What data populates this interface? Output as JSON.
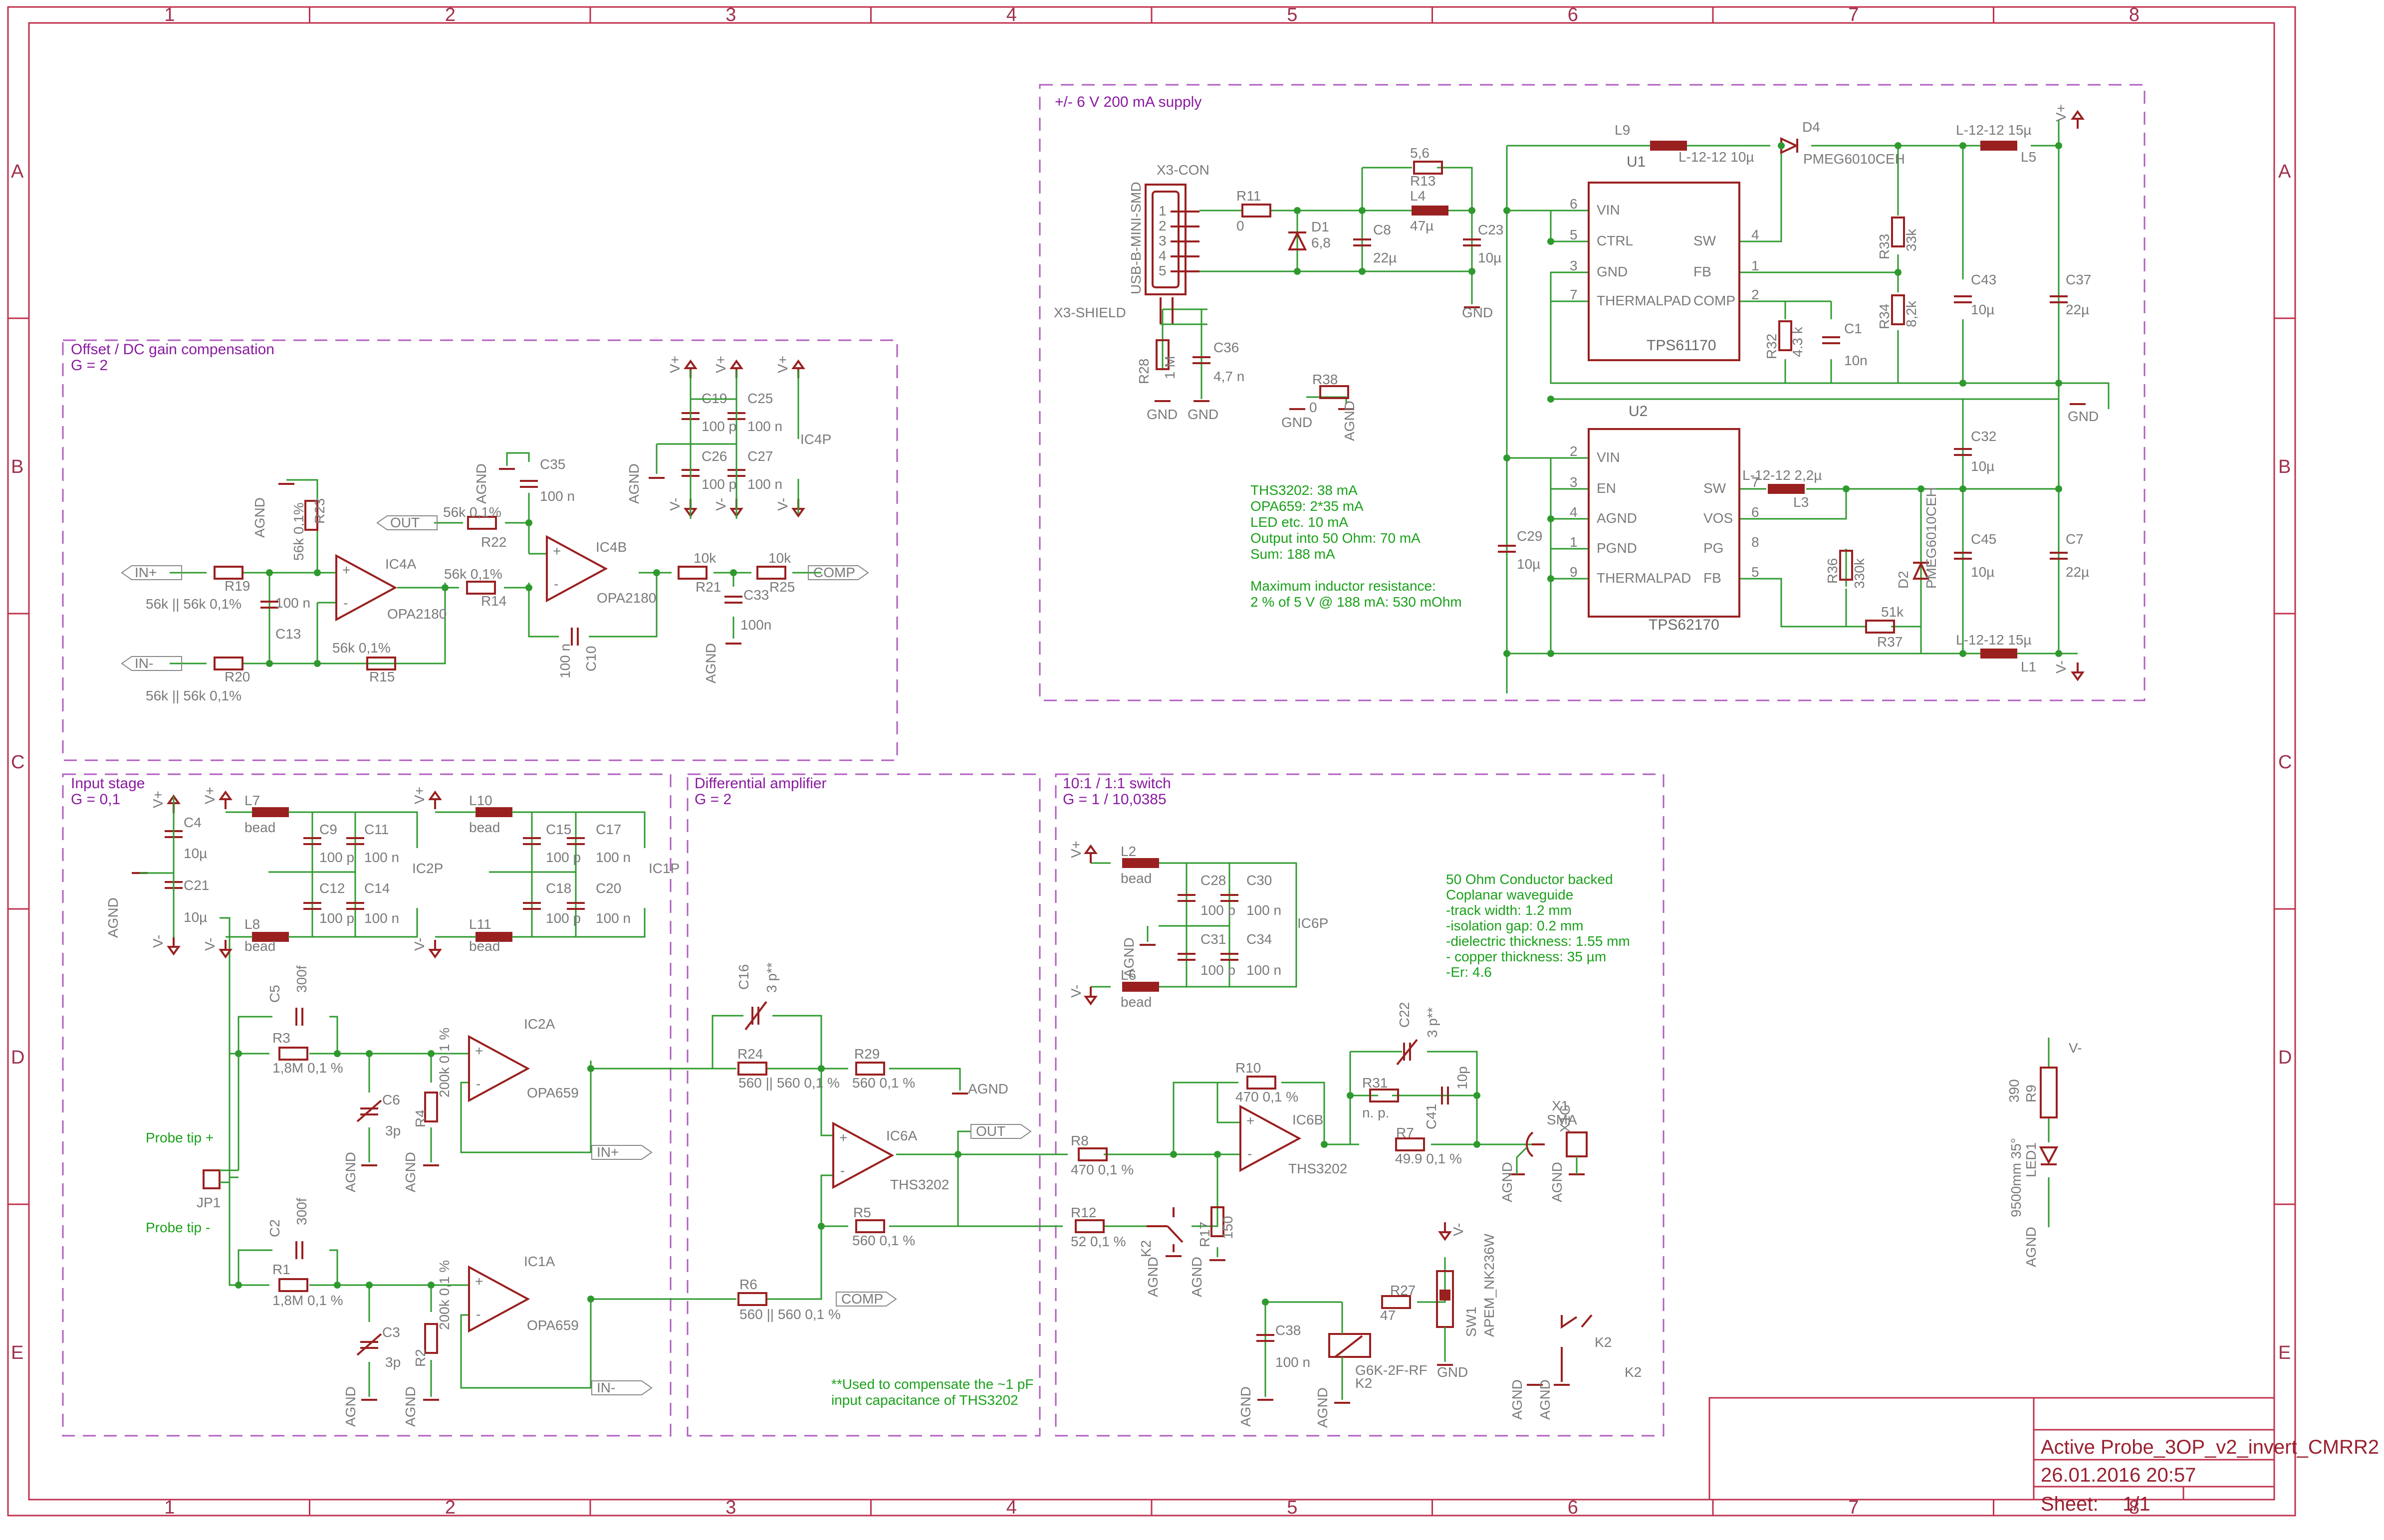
{
  "frame": {
    "columns": [
      "1",
      "2",
      "3",
      "4",
      "5",
      "6",
      "7",
      "8"
    ],
    "rows": [
      "A",
      "B",
      "C",
      "D",
      "E"
    ]
  },
  "title_block": {
    "title": "Active Probe_3OP_v2_invert_CMRR2",
    "date": "26.01.2016 20:57",
    "sheet_label": "Sheet:",
    "sheet_value": "1/1"
  },
  "blocks": {
    "supply": {
      "title": "+/- 6 V 200 mA supply"
    },
    "offset": {
      "title": "Offset / DC gain compensation",
      "gain": "G = 2"
    },
    "input": {
      "title": "Input stage",
      "gain": "G = 0,1"
    },
    "diff": {
      "title": "Differential amplifier",
      "gain": "G = 2"
    },
    "switch": {
      "title": "10:1 / 1:1 switch",
      "gain": "G = 1 / 10,0385"
    }
  },
  "notes": {
    "power": [
      "THS3202: 38 mA",
      "OPA659: 2*35 mA",
      "LED etc. 10 mA",
      "Output into 50 Ohm: 70 mA",
      "Sum: 188 mA",
      "",
      "Maximum inductor resistance:",
      "2 % of 5 V @ 188 mA: 530 mOhm"
    ],
    "waveguide": [
      "50 Ohm Conductor backed",
      "Coplanar waveguide",
      "-track width: 1.2 mm",
      "-isolation gap: 0.2 mm",
      "-dielectric thickness: 1.55 mm",
      "- copper thickness: 35 µm",
      "-Er: 4.6"
    ],
    "compensate": [
      "**Used to compensate the ~1 pF",
      "input capacitance of THS3202"
    ],
    "probe_plus": "Probe tip +",
    "probe_minus": "Probe tip -"
  },
  "ics": {
    "u1": {
      "name": "U1",
      "part": "TPS61170",
      "pins_left": [
        "VIN",
        "CTRL",
        "GND",
        "THERMALPAD"
      ],
      "pins_right": [
        "SW",
        "FB",
        "COMP"
      ],
      "nums_left": [
        "6",
        "5",
        "3",
        "7"
      ],
      "nums_right": [
        "4",
        "1",
        "2"
      ]
    },
    "u2": {
      "name": "U2",
      "part": "TPS62170",
      "pins_left": [
        "VIN",
        "EN",
        "AGND",
        "PGND",
        "THERMALPAD"
      ],
      "pins_right": [
        "SW",
        "VOS",
        "PG",
        "FB"
      ],
      "nums_left": [
        "2",
        "3",
        "4",
        "1",
        "9"
      ],
      "nums_right": [
        "7",
        "6",
        "8",
        "5"
      ]
    },
    "ic4a": {
      "name": "IC4A",
      "part": "OPA2180"
    },
    "ic4b": {
      "name": "IC4B",
      "part": "OPA2180"
    },
    "ic2a": {
      "name": "IC2A",
      "part": "OPA659"
    },
    "ic1a": {
      "name": "IC1A",
      "part": "OPA659"
    },
    "ic6a": {
      "name": "IC6A",
      "part": "THS3202"
    },
    "ic6b": {
      "name": "IC6B",
      "part": "THS3202"
    },
    "ic4p": {
      "name": "IC4P"
    },
    "ic2p": {
      "name": "IC2P"
    },
    "ic1p": {
      "name": "IC1P"
    },
    "ic6p": {
      "name": "IC6P"
    }
  },
  "labels": {
    "usb_con": "X3-CON",
    "usb_shield": "X3-SHIELD",
    "usb_type": "USB-B-MINI-SMD",
    "out": "OUT",
    "comp": "COMP",
    "in_plus": "IN+",
    "in_minus": "IN-",
    "vplus": "V+",
    "vminus": "V-",
    "gnd": "GND",
    "agnd": "AGND",
    "sma_name": "X1",
    "sma_type": "SMA",
    "sma_gnd": "X1G",
    "jp1": "JP1",
    "k2": "K2",
    "relay": "G6K-2F-RF",
    "switch_name": "SW1",
    "switch_type": "APEM_NK236W",
    "led_name": "LED1",
    "led_type": "9500mm 35°"
  },
  "parts": {
    "r11": [
      "R11",
      "0"
    ],
    "d1": [
      "D1",
      "6,8"
    ],
    "c8": [
      "C8",
      "22µ"
    ],
    "r13": [
      "R13",
      "5,6"
    ],
    "l4": [
      "L4",
      "47µ"
    ],
    "c23": [
      "C23",
      "10µ"
    ],
    "l9": [
      "L9",
      "L-12-12 10µ"
    ],
    "d4": [
      "D4",
      "PMEG6010CEH"
    ],
    "l5": [
      "L5",
      "L-12-12 15µ"
    ],
    "r33": [
      "R33",
      "33k"
    ],
    "r34": [
      "R34",
      "8,2k"
    ],
    "c43": [
      "C43",
      "10µ"
    ],
    "c37": [
      "C37",
      "22µ"
    ],
    "r32": [
      "R32",
      "4.3 k"
    ],
    "c1": [
      "C1",
      "10n"
    ],
    "r28": [
      "R28",
      "1 M"
    ],
    "c36": [
      "C36",
      "4,7 n"
    ],
    "r38": [
      "R38",
      "0"
    ],
    "c29": [
      "C29",
      "10µ"
    ],
    "l3": [
      "L3",
      "L-12-12 2,2µ"
    ],
    "c32": [
      "C32",
      "10µ"
    ],
    "r36": [
      "R36",
      "330k"
    ],
    "d2": [
      "D2",
      "PMEG6010CEH"
    ],
    "c45": [
      "C45",
      "10µ"
    ],
    "c7": [
      "C7",
      "22µ"
    ],
    "r37": [
      "R37",
      "51k"
    ],
    "l1": [
      "L1",
      "L-12-12 15µ"
    ],
    "r19": [
      "R19",
      "56k || 56k 0,1%"
    ],
    "r20": [
      "R20",
      "56k || 56k 0,1%"
    ],
    "c13": [
      "C13",
      "100 n"
    ],
    "r23": [
      "R23",
      "56k 0,1%"
    ],
    "r15": [
      "R15",
      "56k 0,1%"
    ],
    "r22": [
      "R22",
      "56k 0,1%"
    ],
    "r14": [
      "R14",
      "56k 0,1%"
    ],
    "c35": [
      "C35",
      "100 n"
    ],
    "c10": [
      "C10",
      "100 n"
    ],
    "r21": [
      "R21",
      "10k"
    ],
    "r25": [
      "R25",
      "10k"
    ],
    "c33": [
      "C33",
      "100n"
    ],
    "c19": [
      "C19",
      "100 p"
    ],
    "c25": [
      "C25",
      "100 n"
    ],
    "c26": [
      "C26",
      "100 p"
    ],
    "c27": [
      "C27",
      "100 n"
    ],
    "c4": [
      "C4",
      "10µ"
    ],
    "c21": [
      "C21",
      "10µ"
    ],
    "l7": [
      "L7",
      "bead"
    ],
    "l8": [
      "L8",
      "bead"
    ],
    "c9": [
      "C9",
      "100 p"
    ],
    "c11": [
      "C11",
      "100 n"
    ],
    "c12": [
      "C12",
      "100 p"
    ],
    "c14": [
      "C14",
      "100 n"
    ],
    "l10": [
      "L10",
      "bead"
    ],
    "l11": [
      "L11",
      "bead"
    ],
    "c15": [
      "C15",
      "100 p"
    ],
    "c17": [
      "C17",
      "100 n"
    ],
    "c18": [
      "C18",
      "100 p"
    ],
    "c20": [
      "C20",
      "100 n"
    ],
    "c5": [
      "C5",
      "300f"
    ],
    "r3": [
      "R3",
      "1,8M 0,1 %"
    ],
    "c6": [
      "C6",
      "3p"
    ],
    "r4": [
      "R4",
      "200k 0,1 %"
    ],
    "c2": [
      "C2",
      "300f"
    ],
    "r1": [
      "R1",
      "1,8M 0,1 %"
    ],
    "c3": [
      "C3",
      "3p"
    ],
    "r2": [
      "R2",
      "200k 0,1 %"
    ],
    "c16": [
      "C16",
      "3 p**"
    ],
    "r24": [
      "R24",
      "560 || 560 0,1 %"
    ],
    "r29": [
      "R29",
      "560 0,1 %"
    ],
    "r5": [
      "R5",
      "560 0,1 %"
    ],
    "r6": [
      "R6",
      "560 || 560 0,1 %"
    ],
    "l2": [
      "L2",
      "bead"
    ],
    "l6": [
      "L6",
      "bead"
    ],
    "c28": [
      "C28",
      "100 p"
    ],
    "c30": [
      "C30",
      "100 n"
    ],
    "c31": [
      "C31",
      "100 p"
    ],
    "c34": [
      "C34",
      "100 n"
    ],
    "r10": [
      "R10",
      "470 0,1 %"
    ],
    "r8": [
      "R8",
      "470 0,1 %"
    ],
    "r12": [
      "R12",
      "52 0,1 %"
    ],
    "r17": [
      "R17",
      "150"
    ],
    "c22": [
      "C22",
      "3 p**"
    ],
    "r31": [
      "R31",
      "n. p."
    ],
    "c41": [
      "C41",
      "10p"
    ],
    "r7": [
      "R7",
      "49.9 0,1 %"
    ],
    "c38": [
      "C38",
      "100 n"
    ],
    "r27": [
      "R27",
      "47"
    ],
    "r9": [
      "R9",
      "390"
    ]
  }
}
